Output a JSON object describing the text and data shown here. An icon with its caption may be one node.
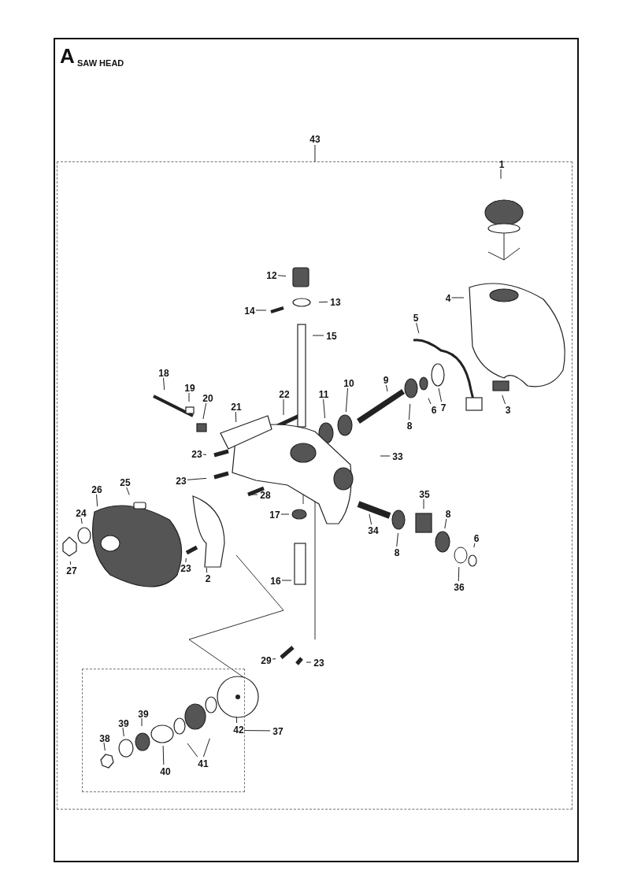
{
  "diagram": {
    "title": "SAW HEAD",
    "nodes": [
      {
        "text": [],
        "shape": "box"
      },
      {
        "text": [
          "43"
        ]
      },
      {
        "text": [
          "1"
        ],
        "in": 0
      },
      {
        "text": [
          "12"
        ],
        "in": 0
      },
      {
        "text": [
          "4"
        ],
        "in": 0
      },
      {
        "text": [
          "13"
        ],
        "in": 0
      },
      {
        "text": [
          "14"
        ],
        "in": 0
      },
      {
        "text": [
          "5"
        ],
        "in": 0
      },
      {
        "text": [
          "15"
        ],
        "in": 0
      },
      {
        "text": [
          "18"
        ],
        "in": 0
      },
      {
        "text": [
          "9"
        ],
        "in": 0
      },
      {
        "text": [
          "19"
        ],
        "in": 0
      },
      {
        "text": [
          "10"
        ],
        "in": 0
      },
      {
        "text": [
          "22"
        ],
        "in": 0
      },
      {
        "text": [
          "11"
        ],
        "in": 0
      },
      {
        "text": [
          "20"
        ],
        "in": 0
      },
      {
        "text": [
          "21"
        ],
        "in": 0
      },
      {
        "text": [
          "7"
        ],
        "in": 0
      },
      {
        "text": [
          "3"
        ],
        "in": 0
      },
      {
        "text": [
          "6"
        ],
        "in": 0
      },
      {
        "text": [
          "8"
        ],
        "in": 0
      },
      {
        "text": [
          "23"
        ],
        "in": 0
      },
      {
        "text": [
          "33"
        ],
        "in": 0
      },
      {
        "text": [
          "23"
        ],
        "in": 0
      },
      {
        "text": [
          "25"
        ],
        "in": 0
      },
      {
        "text": [
          "26"
        ],
        "in": 0
      },
      {
        "text": [
          "28"
        ],
        "in": 0
      },
      {
        "text": [
          "35"
        ],
        "in": 0
      },
      {
        "text": [
          "24"
        ],
        "in": 0
      },
      {
        "text": [
          "17"
        ],
        "in": 0
      },
      {
        "text": [
          "8"
        ],
        "in": 0
      },
      {
        "text": [
          "34"
        ],
        "in": 0
      },
      {
        "text": [
          "6"
        ],
        "in": 0
      },
      {
        "text": [
          "8"
        ],
        "in": 0
      },
      {
        "text": [
          "27"
        ],
        "in": 0
      },
      {
        "text": [
          "23"
        ],
        "in": 0
      },
      {
        "text": [
          "2"
        ],
        "in": 0
      },
      {
        "text": [
          "16"
        ],
        "in": 0
      },
      {
        "text": [
          "36"
        ],
        "in": 0
      },
      {
        "text": [
          "29"
        ],
        "in": 0
      },
      {
        "text": [
          "23"
        ],
        "in": 0
      },
      {
        "text": [],
        "shape": "box",
        "in": 0
      },
      {
        "text": [
          "39"
        ],
        "in": 41
      },
      {
        "text": [
          "39"
        ],
        "in": 41
      },
      {
        "text": [
          "42"
        ],
        "in": 41
      },
      {
        "text": [
          "37"
        ],
        "in": 0
      },
      {
        "text": [
          "38"
        ],
        "in": 41
      },
      {
        "text": [
          "40"
        ],
        "in": 41
      },
      {
        "text": [
          "41"
        ],
        "in": 41
      }
    ],
    "edges": [
      {
        "from": 1,
        "to": 0,
        "arrow": "none"
      },
      {
        "from": 2,
        "to": null,
        "arrow": "none"
      },
      {
        "from": 3,
        "to": null,
        "arrow": "none"
      },
      {
        "from": 4,
        "to": null,
        "arrow": "none"
      },
      {
        "from": 5,
        "to": null,
        "arrow": "none"
      },
      {
        "from": 6,
        "to": null,
        "arrow": "none"
      },
      {
        "from": 7,
        "to": null,
        "arrow": "none"
      },
      {
        "from": 8,
        "to": null,
        "arrow": "none"
      },
      {
        "from": 9,
        "to": null,
        "arrow": "none"
      },
      {
        "from": 10,
        "to": null,
        "arrow": "none"
      },
      {
        "from": 11,
        "to": null,
        "arrow": "none"
      },
      {
        "from": 12,
        "to": null,
        "arrow": "none"
      },
      {
        "from": 13,
        "to": null,
        "arrow": "none"
      },
      {
        "from": 14,
        "to": null,
        "arrow": "none"
      },
      {
        "from": 15,
        "to": null,
        "arrow": "none"
      },
      {
        "from": 16,
        "to": null,
        "arrow": "none"
      },
      {
        "from": 17,
        "to": null,
        "arrow": "none"
      },
      {
        "from": 18,
        "to": null,
        "arrow": "none"
      },
      {
        "from": 19,
        "to": null,
        "arrow": "none"
      },
      {
        "from": 20,
        "to": null,
        "arrow": "none"
      },
      {
        "from": 21,
        "to": null,
        "arrow": "none"
      },
      {
        "from": 22,
        "to": null,
        "arrow": "none"
      },
      {
        "from": 23,
        "to": null,
        "arrow": "none"
      },
      {
        "from": 24,
        "to": null,
        "arrow": "none"
      },
      {
        "from": 25,
        "to": null,
        "arrow": "none"
      },
      {
        "from": 26,
        "to": null,
        "arrow": "none"
      },
      {
        "from": 27,
        "to": null,
        "arrow": "none"
      },
      {
        "from": 28,
        "to": null,
        "arrow": "none"
      },
      {
        "from": 29,
        "to": null,
        "arrow": "none"
      },
      {
        "from": 30,
        "to": null,
        "arrow": "none"
      },
      {
        "from": 31,
        "to": null,
        "arrow": "none"
      },
      {
        "from": 32,
        "to": null,
        "arrow": "none"
      },
      {
        "from": 33,
        "to": null,
        "arrow": "none"
      },
      {
        "from": 34,
        "to": null,
        "arrow": "none"
      },
      {
        "from": 35,
        "to": null,
        "arrow": "none"
      },
      {
        "from": 36,
        "to": null,
        "arrow": "none"
      },
      {
        "from": 37,
        "to": null,
        "arrow": "none"
      },
      {
        "from": 38,
        "to": null,
        "arrow": "none"
      },
      {
        "from": 39,
        "to": null,
        "arrow": "none"
      },
      {
        "from": 40,
        "to": null,
        "arrow": "none"
      },
      {
        "from": 45,
        "to": 41,
        "arrow": "none"
      },
      {
        "from": 42,
        "to": null,
        "arrow": "none"
      },
      {
        "from": 43,
        "to": null,
        "arrow": "none"
      },
      {
        "from": 44,
        "to": null,
        "arrow": "none"
      },
      {
        "from": 46,
        "to": null,
        "arrow": "none"
      },
      {
        "from": 47,
        "to": null,
        "arrow": "none"
      },
      {
        "from": 48,
        "to": null,
        "arrow": "none"
      },
      {
        "from": 48,
        "to": null,
        "arrow": "none"
      }
    ],
    "labels": [
      "A"
    ]
  }
}
